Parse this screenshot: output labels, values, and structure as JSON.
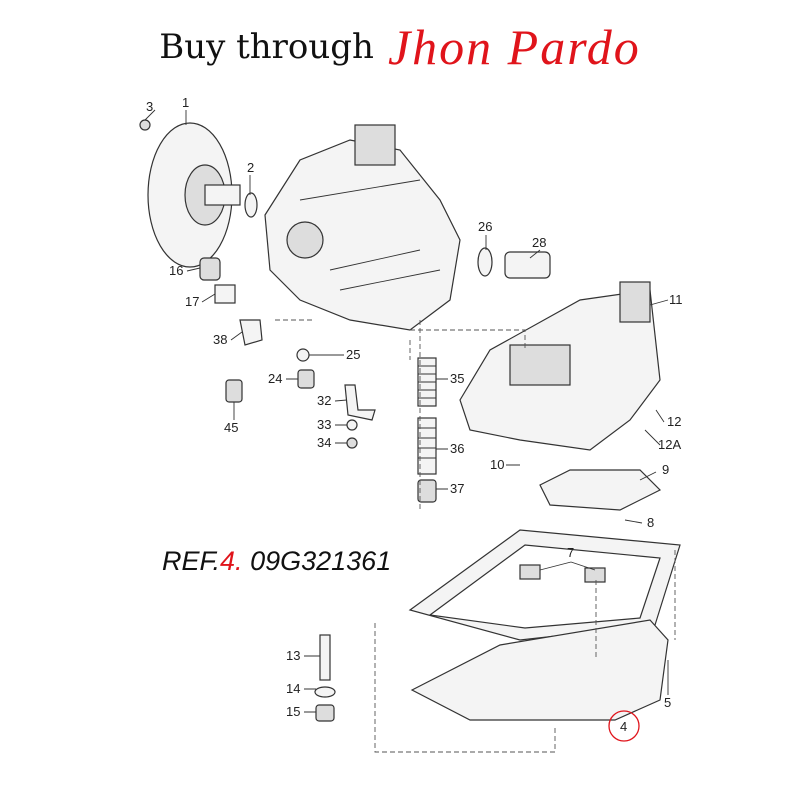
{
  "header": {
    "prefix": "Buy through",
    "seller": "Jhon Pardo"
  },
  "reference": {
    "label": "REF.",
    "number": "4.",
    "part_number": "09G321361"
  },
  "callouts": {
    "c1": "1",
    "c2": "2",
    "c3": "3",
    "c4": "4",
    "c5": "5",
    "c7": "7",
    "c8": "8",
    "c9": "9",
    "c10": "10",
    "c11": "11",
    "c12": "12",
    "c12a": "12A",
    "c13": "13",
    "c14": "14",
    "c15": "15",
    "c16": "16",
    "c17": "17",
    "c24": "24",
    "c25": "25",
    "c26": "26",
    "c28": "28",
    "c32": "32",
    "c33": "33",
    "c34": "34",
    "c35": "35",
    "c36": "36",
    "c37": "37",
    "c38": "38",
    "c45": "45"
  },
  "colors": {
    "accent": "#e0141b",
    "line": "#333333"
  }
}
